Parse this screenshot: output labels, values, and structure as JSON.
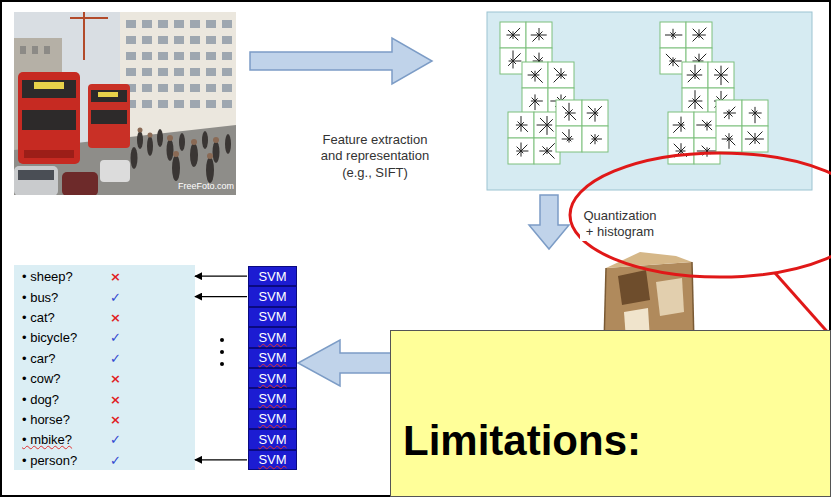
{
  "diagram": {
    "nodes": [
      {
        "text": [
          "• sheep?",
          "×"
        ]
      },
      {
        "text": [
          "• bus?",
          "✓"
        ]
      },
      {
        "text": [
          "• cat?",
          "×"
        ]
      },
      {
        "text": [
          "• bicycle?",
          "✓"
        ]
      },
      {
        "text": [
          "• car?",
          "✓"
        ]
      },
      {
        "text": [
          "• cow?",
          "×"
        ]
      },
      {
        "text": [
          "• dog?",
          "×"
        ]
      },
      {
        "text": [
          "• horse?",
          "×"
        ]
      },
      {
        "text": [
          "• mbike?",
          "✓"
        ]
      },
      {
        "text": [
          "• person?",
          "✓"
        ]
      },
      {
        "text": [
          "SVM"
        ]
      },
      {
        "text": [
          "SVM"
        ]
      },
      {
        "text": [
          "SVM"
        ]
      },
      {
        "text": [
          "SVM"
        ]
      },
      {
        "text": [
          "SVM"
        ]
      },
      {
        "text": [
          "SVM"
        ]
      },
      {
        "text": [
          "SVM"
        ]
      },
      {
        "text": [
          "SVM"
        ]
      },
      {
        "text": [
          "SVM"
        ]
      },
      {
        "text": [
          "SVM"
        ]
      },
      {
        "text": [
          "Limitations:"
        ]
      }
    ],
    "edges": [
      {
        "from": 10,
        "to": 0,
        "arrow": "to"
      },
      {
        "from": 11,
        "to": 1,
        "arrow": "to"
      },
      {
        "from": 19,
        "to": 9,
        "arrow": "to"
      }
    ],
    "labels": [
      "Feature extraction and representation (e.g., SIFT)",
      "Quantization + histogram",
      "FreeFoto.com"
    ]
  }
}
